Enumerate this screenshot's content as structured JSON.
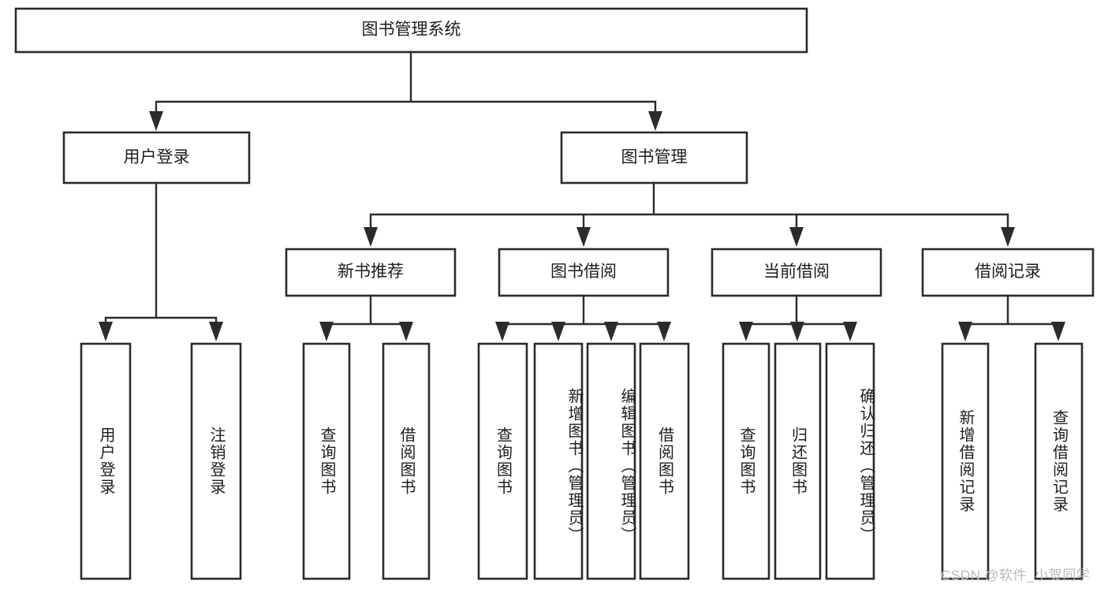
{
  "diagram": {
    "title": "图书管理系统",
    "type": "hierarchy-tree",
    "watermark": "CSDN @软件_小贺同学",
    "colors": {
      "stroke": "#2b2b2b",
      "box_fill": "#ffffff",
      "text": "#1d1d1d",
      "watermark": "#b9b9b9",
      "background": "#ffffff"
    },
    "nodes": {
      "root": {
        "label": "图书管理系统"
      },
      "level2": [
        {
          "label": "用户登录"
        },
        {
          "label": "图书管理"
        }
      ],
      "level3": [
        {
          "label": "新书推荐"
        },
        {
          "label": "图书借阅"
        },
        {
          "label": "当前借阅"
        },
        {
          "label": "借阅记录"
        }
      ],
      "leaves": {
        "user_login": [
          {
            "label": "用户登录"
          },
          {
            "label": "注销登录"
          }
        ],
        "new_book_recommend": [
          {
            "label": "查询图书"
          },
          {
            "label": "借阅图书"
          }
        ],
        "book_borrow": [
          {
            "label": "查询图书"
          },
          {
            "label": "新增图书（管理员）"
          },
          {
            "label": "编辑图书（管理员）"
          },
          {
            "label": "借阅图书"
          }
        ],
        "current_borrow": [
          {
            "label": "查询图书"
          },
          {
            "label": "归还图书"
          },
          {
            "label": "确认归还（管理员）"
          }
        ],
        "borrow_record": [
          {
            "label": "新增借阅记录"
          },
          {
            "label": "查询借阅记录"
          }
        ]
      }
    }
  }
}
